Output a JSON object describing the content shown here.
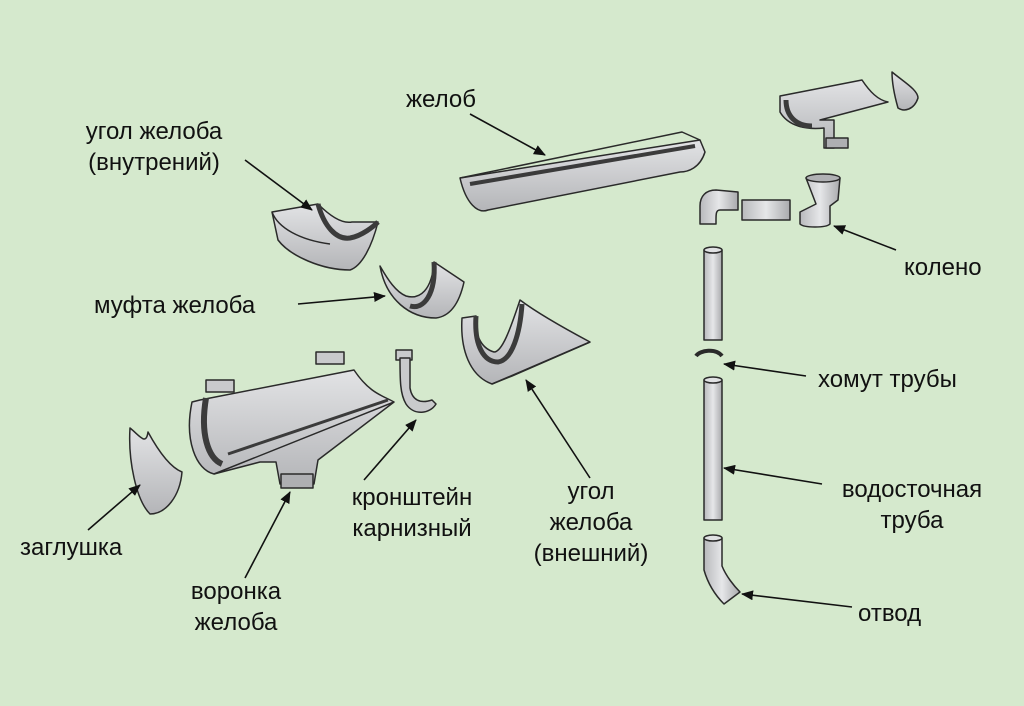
{
  "background_color": "#d5e9cd",
  "part_color": "#c9cacc",
  "outline_color": "#2a2a2a",
  "seal_color": "#3b3b3b",
  "labels": {
    "zhelob": [
      "желоб"
    ],
    "ugol_vnutr": [
      "угол желоба",
      "(внутрений)"
    ],
    "mufta": [
      "муфта желоба"
    ],
    "zaglushka": [
      "заглушка"
    ],
    "voronka": [
      "воронка",
      "желоба"
    ],
    "kronshtein": [
      "кронштейн",
      "карнизный"
    ],
    "ugol_vnesh": [
      "угол",
      "желоба",
      "(внешний)"
    ],
    "koleno": [
      "колено"
    ],
    "homut": [
      "хомут трубы"
    ],
    "truba": [
      "водосточная",
      "труба"
    ],
    "otvod": [
      "отвод"
    ]
  }
}
